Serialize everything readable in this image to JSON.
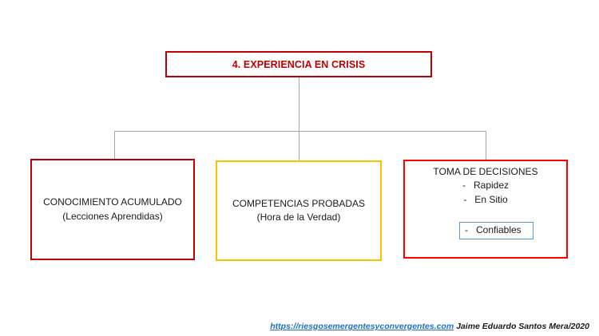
{
  "diagram": {
    "title_node": {
      "label": "4. EXPERIENCIA EN CRISIS",
      "border_color": "#C00000",
      "text_color": "#C00000"
    },
    "children": [
      {
        "name": "conocimiento-acumulado",
        "line1": "CONOCIMIENTO ACUMULADO",
        "line2": "(Lecciones Aprendidas)",
        "border_color": "#C00000"
      },
      {
        "name": "competencias-probadas",
        "line1": "COMPETENCIAS PROBADAS",
        "line2": "(Hora de la Verdad)",
        "border_color": "#FFC000"
      },
      {
        "name": "toma-de-decisiones",
        "heading": "TOMA DE DECISIONES",
        "border_color": "#FF0000",
        "bullets": [
          {
            "label": "-   Rapidez",
            "highlighted": false
          },
          {
            "label": "-   En Sitio",
            "highlighted": false
          },
          {
            "label": "-   Confiables",
            "highlighted": true,
            "highlight_color": "#5B9BD5"
          }
        ]
      }
    ],
    "connector_color": "#A6A6A6"
  },
  "footer": {
    "url": "https://riesgosemergentesyconvergentes.com",
    "author": "Jaime Eduardo Santos Mera/2020",
    "link_color": "#1F6FC4"
  }
}
